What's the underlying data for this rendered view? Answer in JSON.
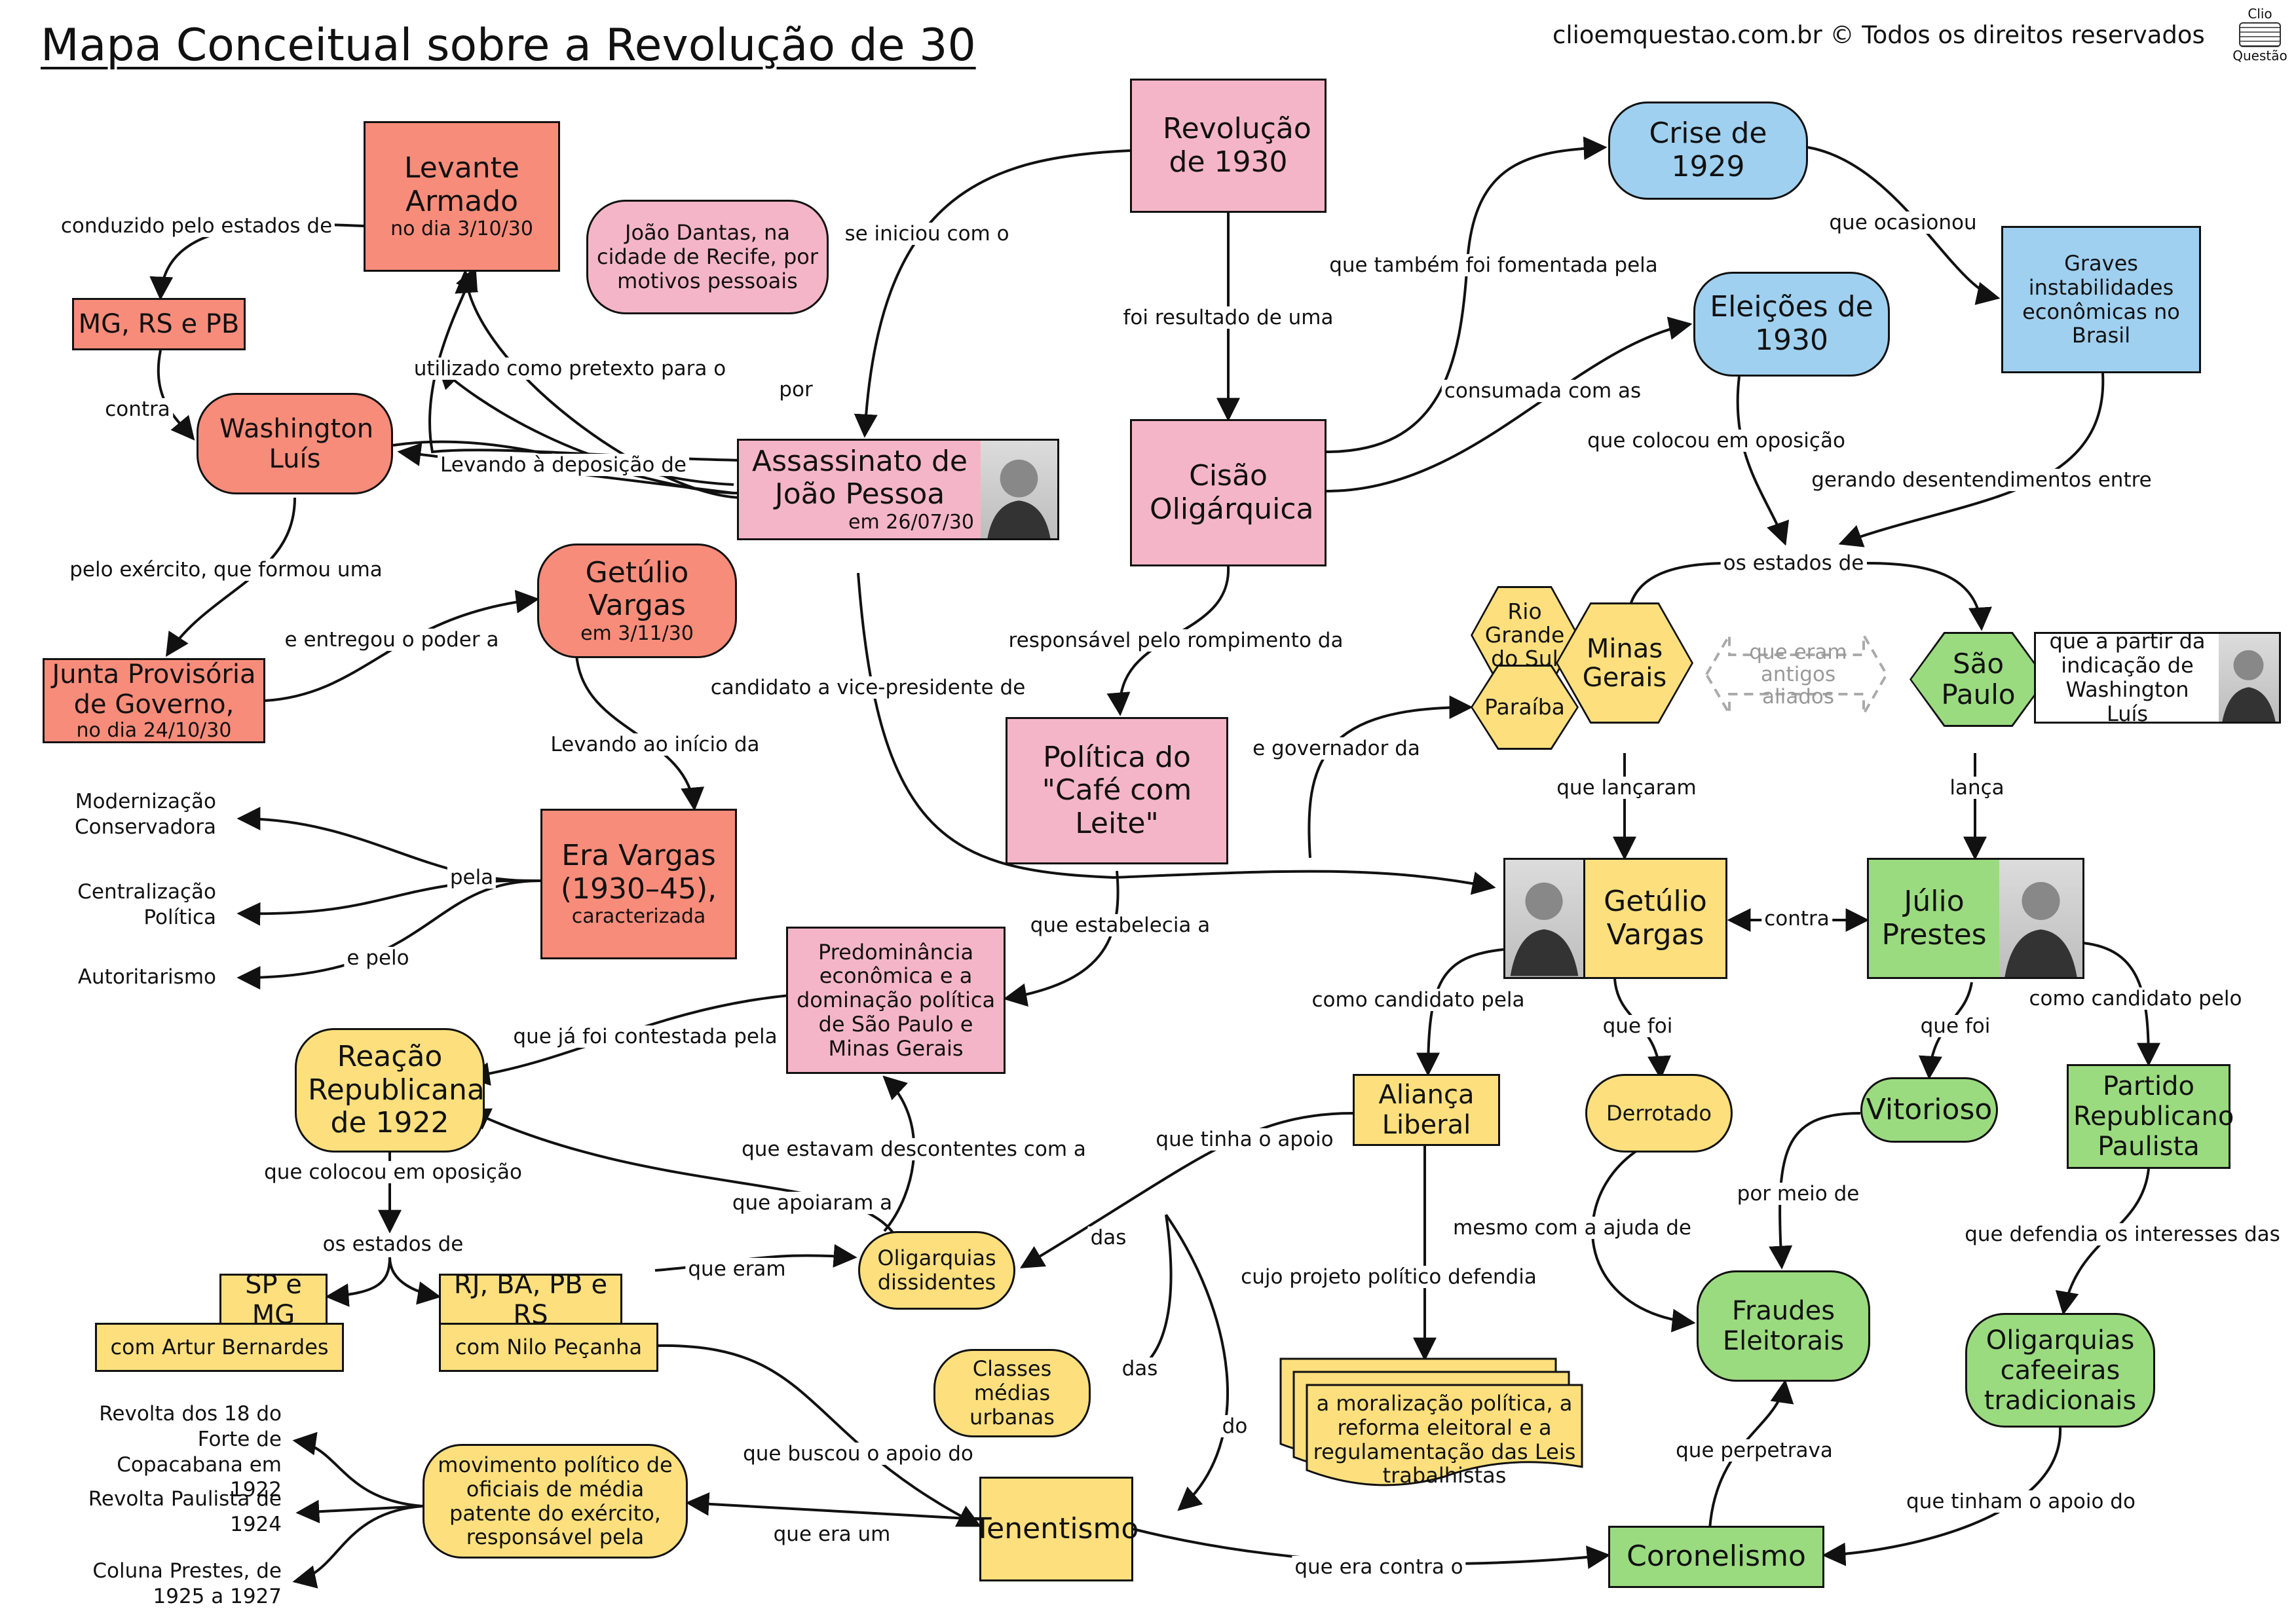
{
  "header": {
    "title": "Mapa Conceitual sobre a Revolução de 30",
    "copyright": "clioemquestao.com.br © Todos os direitos reservados",
    "logo_top": "Clio",
    "logo_bottom": "Questão"
  },
  "colors": {
    "red": "#f88c7a",
    "pink": "#f5b5c8",
    "blue": "#9fd0f0",
    "yellow": "#fde07d",
    "green": "#9bdb7f",
    "line": "#111111"
  },
  "nodes": {
    "revolucao": "Revolução de 1930",
    "levante": "Levante Armado",
    "levante_sub": "no dia 3/10/30",
    "mg_rs_pb": "MG, RS e PB",
    "washington": "Washington Luís",
    "joao_dantas": "João Dantas, na cidade de Recife, por motivos pessoais",
    "assassinato": "Assassinato de João Pessoa",
    "assassinato_sub": "em 26/07/30",
    "junta": "Junta Provisória de Governo,",
    "junta_sub": "no dia 24/10/30",
    "getulio_red": "Getúlio Vargas",
    "getulio_red_sub": "em 3/11/30",
    "era_vargas": "Era Vargas (1930–45),",
    "era_vargas_sub": "caracterizada",
    "modernizacao": "Modernização Conservadora",
    "centralizacao": "Centralização Política",
    "autoritarismo": "Autoritarismo",
    "cisao": "Cisão Oligárquica",
    "cafe_com_leite": "Política do \"Café com Leite\"",
    "predominancia": "Predominância econômica e a dominação política de São Paulo e Minas Gerais",
    "crise": "Crise de 1929",
    "eleicoes": "Eleições de 1930",
    "graves": "Graves instabilidades econômicas no Brasil",
    "rio_grande": "Rio Grande do Sul",
    "paraiba": "Paraíba",
    "minas": "Minas Gerais",
    "sao_paulo": "São Paulo",
    "aliados": "que eram antigos aliados",
    "indicacao": "que a partir da indicação de Washington Luís",
    "getulio": "Getúlio Vargas",
    "julio": "Júlio Prestes",
    "alianca": "Aliança Liberal",
    "derrotado": "Derrotado",
    "vitorioso": "Vitorioso",
    "partido": "Partido Republicano Paulista",
    "reacao": "Reação Republicana de 1922",
    "sp_mg": "SP e MG",
    "artur": "com Artur Bernardes",
    "rj_ba": "RJ, BA, PB e RS",
    "nilo": "com Nilo Peçanha",
    "oligarquias_diss": "Oligarquias dissidentes",
    "classes": "Classes médias urbanas",
    "moralizacao": "a moralização política, a reforma eleitoral e a regulamentação das Leis trabalhistas",
    "fraudes": "Fraudes Eleitorais",
    "oligarquias_caf": "Oligarquias cafeeiras tradicionais",
    "movimento": "movimento político de oficiais de média patente do exército, responsável pela",
    "revolta18": "Revolta dos 18 do Forte de Copacabana em 1922",
    "revolta_paulista": "Revolta Paulista de 1924",
    "coluna": "Coluna Prestes, de 1925 a 1927",
    "tenentismo": "Tenentismo",
    "coronelismo": "Coronelismo"
  },
  "labels": {
    "conduzido": "conduzido pelo estados de",
    "contra1": "contra",
    "se_iniciou": "se iniciou com o",
    "por": "por",
    "utilizado": "utilizado como pretexto para o",
    "levando_dep": "Levando à deposição de",
    "pelo_exercito": "pelo exército, que formou uma",
    "entregou": "e entregou o poder a",
    "levando_inicio": "Levando ao início da",
    "pela": "pela",
    "e_pelo": "e pelo",
    "foi_resultado": "foi resultado de uma",
    "fomentada": "que também foi fomentada pela",
    "consumada": "consumada com as",
    "ocasionou": "que ocasionou",
    "colocou_op": "que colocou em oposição",
    "gerando": "gerando desentendimentos entre",
    "estados_de": "os estados de",
    "responsavel": "responsável pelo rompimento da",
    "candidato_vice": "candidato a vice-presidente de",
    "governador": "e governador da",
    "lancaram": "que lançaram",
    "lanca": "lança",
    "estabelecia": "que estabelecia a",
    "contra2": "contra",
    "candidato_pela": "como candidato pela",
    "que_foi1": "que foi",
    "que_foi2": "que foi",
    "candidato_pelo": "como candidato pelo",
    "ja_contestada": "que já foi contestada pela",
    "descontentes": "que estavam descontentes com a",
    "apoiaram": "que apoiaram a",
    "colocou_op2": "que colocou em oposição",
    "estados_de2": "os estados de",
    "que_eram": "que eram",
    "tinha_apoio": "que tinha o apoio",
    "das1": "das",
    "das2": "das",
    "do": "do",
    "projeto": "cujo projeto político defendia",
    "mesmo_ajuda": "mesmo com a ajuda de",
    "por_meio": "por meio de",
    "defendia_int": "que defendia os interesses das",
    "perpetrava": "que perpetrava",
    "tinham_apoio": "que tinham o apoio do",
    "buscou": "que buscou o apoio do",
    "era_um": "que era um",
    "era_contra": "que era contra o"
  }
}
